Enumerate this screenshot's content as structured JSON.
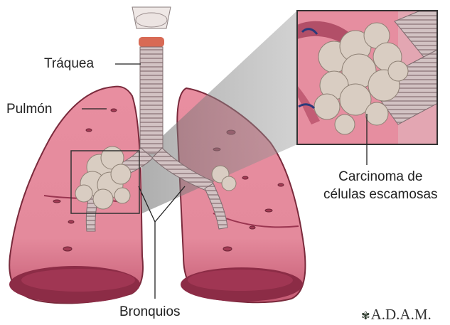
{
  "labels": {
    "trachea": "Tráquea",
    "lung": "Pulmón",
    "carcinoma_line1": "Carcinoma de",
    "carcinoma_line2": "células escamosas",
    "bronchi": "Bronquios"
  },
  "logo": {
    "text": "A.D.A.M.",
    "icon": "adam-figure-icon"
  },
  "colors": {
    "lung_pink": "#e58fa0",
    "lung_edge": "#7a2a3c",
    "lung_dark": "#9a3550",
    "airway": "#c9b5b7",
    "tumor": "#d8ccc0",
    "zoom_shade": "#9c9c9c"
  }
}
